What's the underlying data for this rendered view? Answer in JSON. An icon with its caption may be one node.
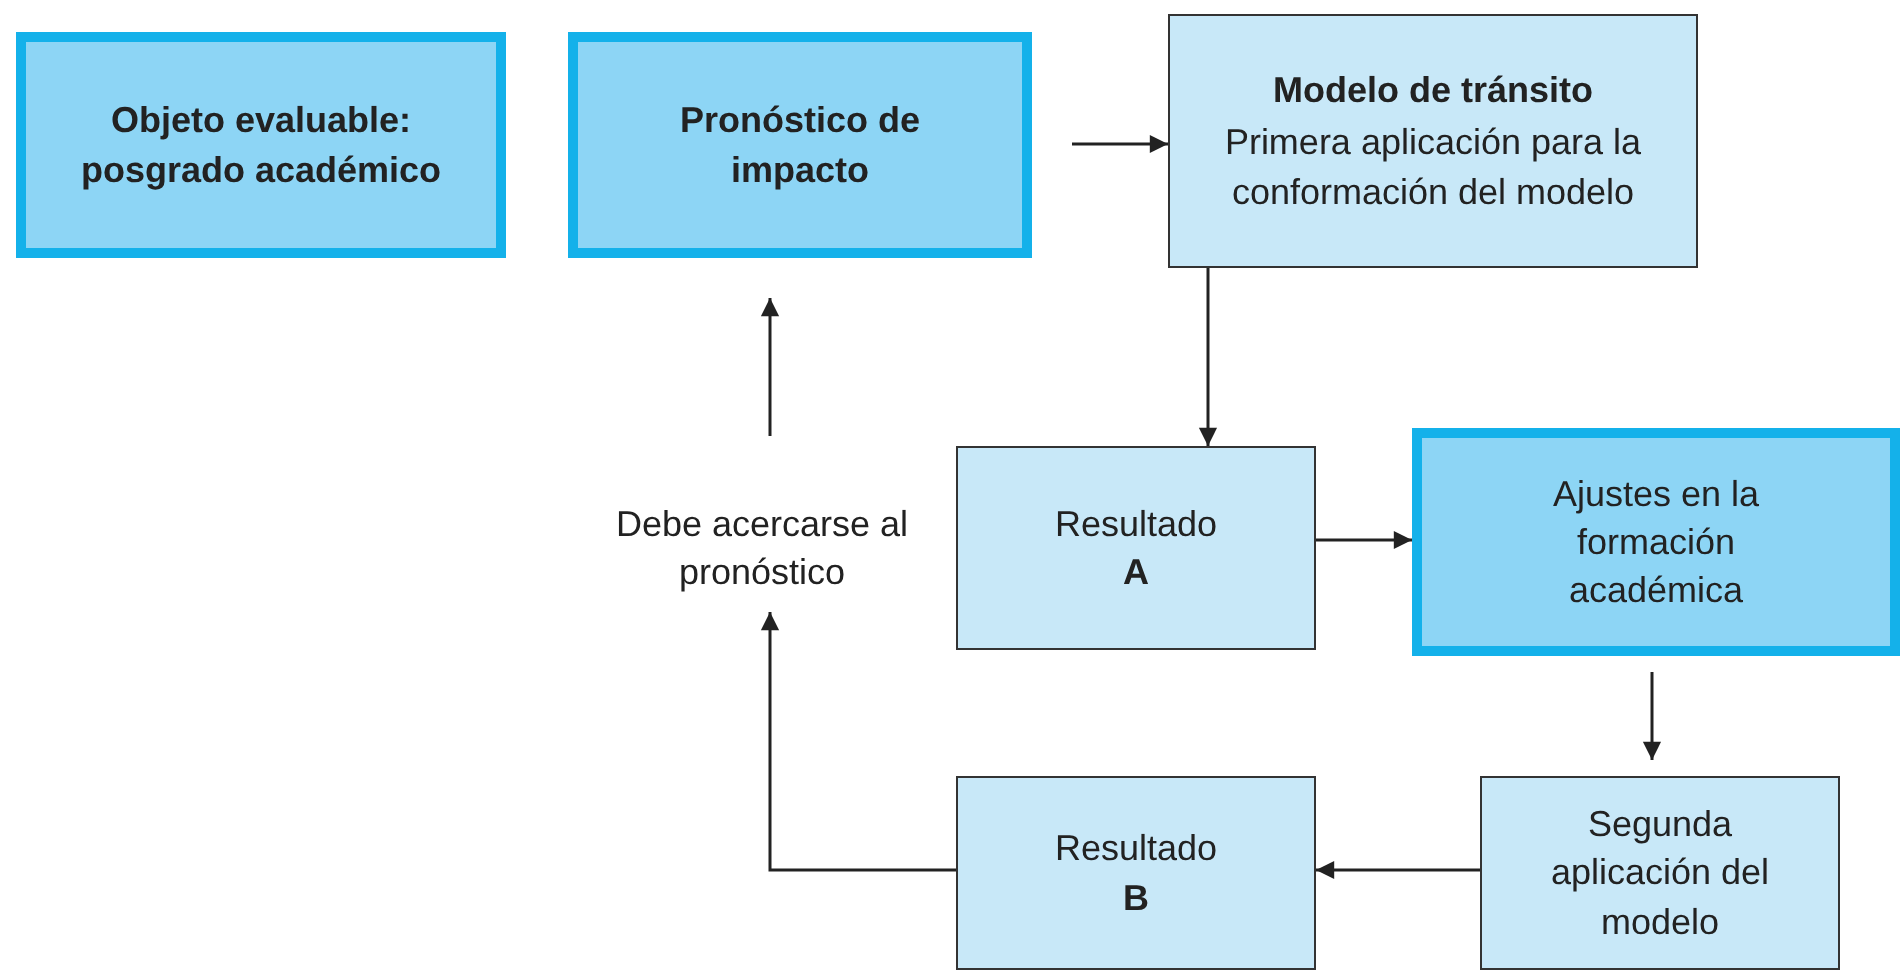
{
  "diagram": {
    "nodes": [
      {
        "text": [
          "Objeto evaluable: posgrado académico"
        ]
      },
      {
        "text": [
          "Pronóstico de impacto"
        ]
      },
      {
        "text": [
          "Modelo de tránsito",
          "Primera aplicación para la conformación del modelo"
        ]
      },
      {
        "text": [
          "Resultado",
          "A"
        ]
      },
      {
        "text": [
          "Ajustes en la formación académica"
        ]
      },
      {
        "text": [
          "Segunda aplicación del modelo"
        ]
      },
      {
        "text": [
          "Resultado",
          "B"
        ]
      },
      {
        "text": [
          "Debe acercarse al pronóstico"
        ]
      }
    ],
    "edges": [
      {
        "from": 1,
        "to": 2,
        "arrow": "to"
      },
      {
        "from": 2,
        "to": 3,
        "arrow": "to"
      },
      {
        "from": 3,
        "to": 4,
        "arrow": "to"
      },
      {
        "from": 4,
        "to": 5,
        "arrow": "to"
      },
      {
        "from": 5,
        "to": 6,
        "arrow": "to"
      },
      {
        "from": 6,
        "to": 7,
        "arrow": "to"
      },
      {
        "from": 7,
        "to": 1,
        "arrow": "to"
      }
    ]
  }
}
